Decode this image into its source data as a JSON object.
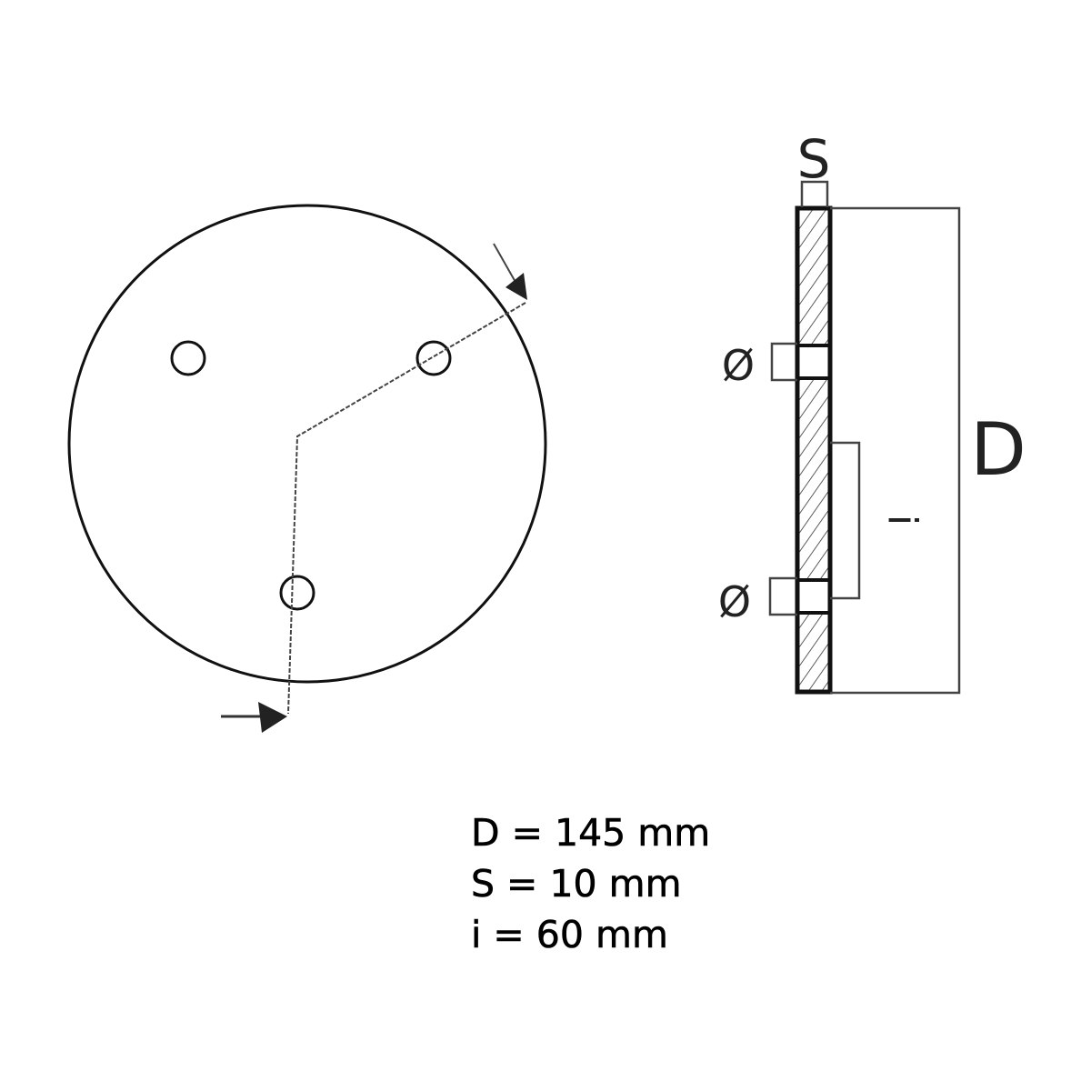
{
  "labels": {
    "s": "S",
    "d": "D",
    "i": "i",
    "dia_top": "Ø",
    "dia_bottom": "Ø"
  },
  "specs": [
    {
      "text": "D = 145 mm"
    },
    {
      "text": "S = 10 mm"
    },
    {
      "text": "i = 60 mm"
    }
  ],
  "colors": {
    "line": "#111111",
    "dim": "#444444"
  }
}
